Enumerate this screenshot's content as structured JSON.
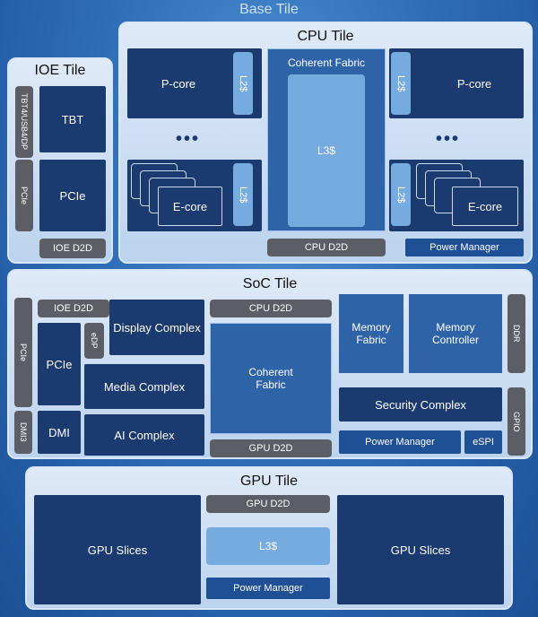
{
  "base_tile": {
    "title": "Base Tile"
  },
  "ioe_tile": {
    "title": "IOE Tile",
    "ports_tbt": "TBT4/USB4/DP",
    "tbt": "TBT",
    "ports_pcie": "PCIe",
    "pcie": "PCIe",
    "d2d": "IOE D2D"
  },
  "cpu_tile": {
    "title": "CPU Tile",
    "pcore": "P-core",
    "l2": "L2$",
    "ecore": "E-core",
    "ellipsis": "•••",
    "fabric": "Coherent Fabric",
    "l3": "L3$",
    "d2d": "CPU D2D",
    "power_manager": "Power Manager"
  },
  "soc_tile": {
    "title": "SoC Tile",
    "pcie_port": "PCIe",
    "dmi3": "DMI3",
    "ioe_d2d": "IOE D2D",
    "pcie": "PCIe",
    "dmi": "DMI",
    "edp": "eDP",
    "display_complex": "Display Complex",
    "media_complex": "Media Complex",
    "ai_complex": "AI Complex",
    "cpu_d2d": "CPU D2D",
    "coherent_fabric": "Coherent Fabric",
    "gpu_d2d": "GPU D2D",
    "memory_fabric": "Memory Fabric",
    "memory_controller": "Memory Controller",
    "ddr": "DDR",
    "security_complex": "Security Complex",
    "gpio": "GPIO",
    "power_manager": "Power Manager",
    "espi": "eSPI"
  },
  "gpu_tile": {
    "title": "GPU Tile",
    "d2d": "GPU D2D",
    "l3": "L3$",
    "slices": "GPU Slices",
    "power_manager": "Power Manager"
  }
}
